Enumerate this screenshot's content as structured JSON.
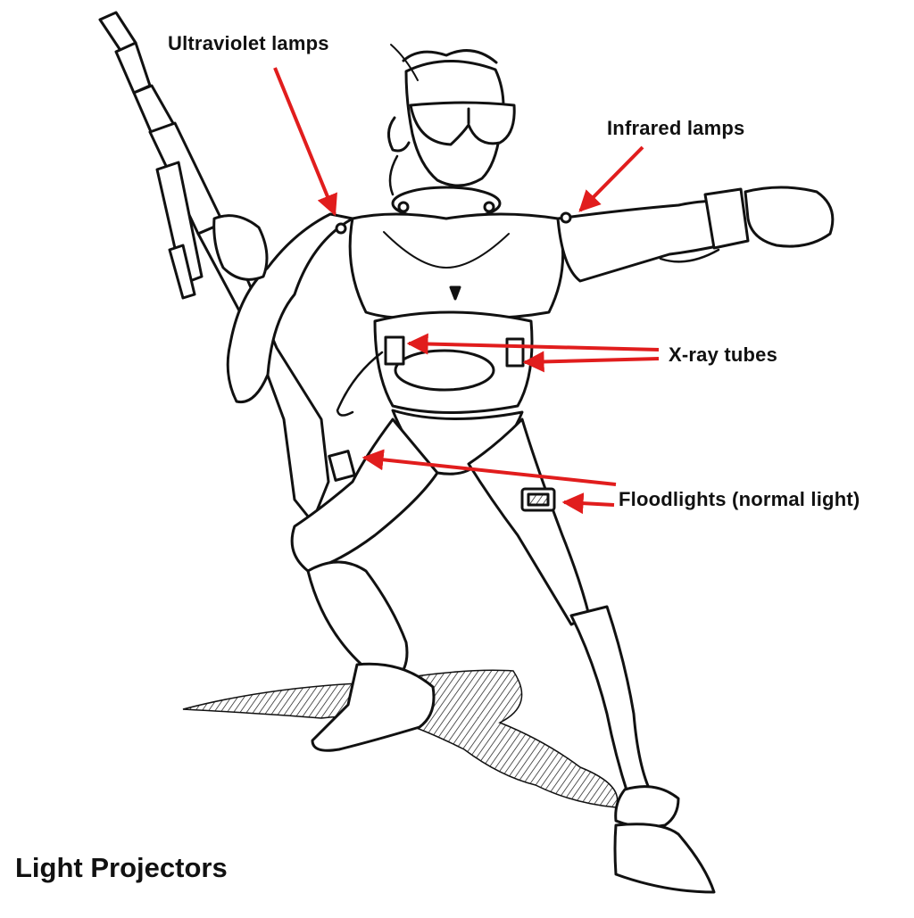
{
  "figure": {
    "title": "Light Projectors",
    "callouts": {
      "ultraviolet": "Ultraviolet lamps",
      "infrared": "Infrared lamps",
      "xray": "X-ray tubes",
      "floodlights": "Floodlights (normal light)"
    }
  },
  "colors": {
    "arrow": "#e11d1d",
    "ink": "#111111",
    "background": "#ffffff"
  }
}
